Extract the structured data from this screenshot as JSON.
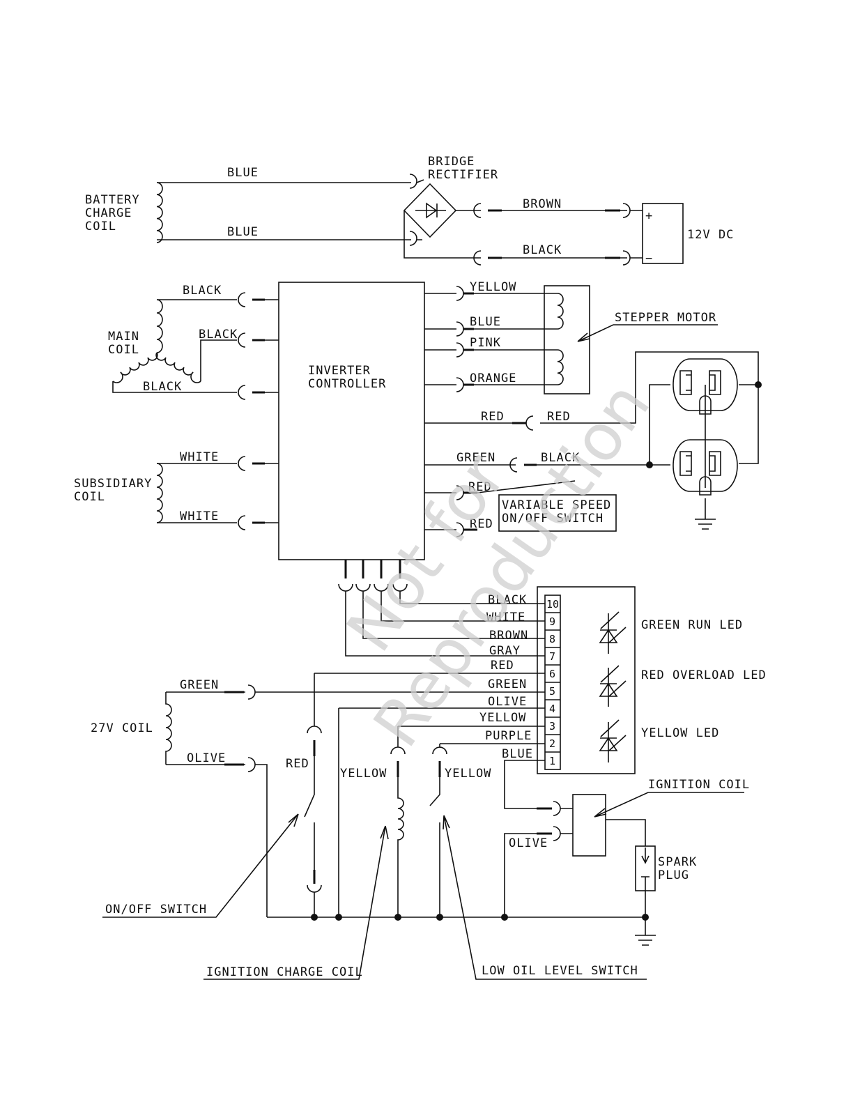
{
  "watermark": {
    "line1": "Not for",
    "line2": "Reproduction"
  },
  "labels": {
    "battery_charge_coil": [
      "BATTERY",
      "CHARGE",
      "COIL"
    ],
    "bridge_rectifier": [
      "BRIDGE",
      "RECTIFIER"
    ],
    "dc_source": "12V DC",
    "dc_plus": "+",
    "dc_minus": "−",
    "main_coil": [
      "MAIN",
      "COIL"
    ],
    "inverter_controller": [
      "INVERTER",
      "CONTROLLER"
    ],
    "stepper_motor": "STEPPER MOTOR",
    "subsidiary_coil": [
      "SUBSIDIARY",
      "COIL"
    ],
    "variable_speed_switch": [
      "VARIABLE SPEED",
      "ON/OFF SWITCH"
    ],
    "green_run_led": "GREEN RUN LED",
    "red_overload_led": "RED OVERLOAD LED",
    "yellow_led": "YELLOW LED",
    "coil_27v": "27V COIL",
    "ignition_coil": "IGNITION COIL",
    "spark_plug": [
      "SPARK",
      "PLUG"
    ],
    "on_off_switch": "ON/OFF SWITCH",
    "ignition_charge_coil": "IGNITION CHARGE COIL",
    "low_oil_level_switch": "LOW OIL LEVEL SWITCH"
  },
  "wires": {
    "battery_top": "BLUE",
    "battery_bottom": "BLUE",
    "dc_positive": "BROWN",
    "dc_negative": "BLACK",
    "main_coil_1": "BLACK",
    "main_coil_2": "BLACK",
    "main_coil_3": "BLACK",
    "stepper_1": "YELLOW",
    "stepper_2": "BLUE",
    "stepper_3": "PINK",
    "stepper_4": "ORANGE",
    "outlet_hot_left": "RED",
    "outlet_hot_right": "RED",
    "outlet_neutral_left": "GREEN",
    "outlet_neutral_right": "BLACK",
    "var_speed_1": "RED",
    "var_speed_2": "RED",
    "subsidiary_1": "WHITE",
    "subsidiary_2": "WHITE",
    "coil27_top": "GREEN",
    "coil27_bottom": "OLIVE",
    "onoff_switch_wire": "RED",
    "ign_charge_wire": "YELLOW",
    "low_oil_wire": "YELLOW",
    "ign_coil_lower": "OLIVE"
  },
  "terminal_block": [
    {
      "pin": "10",
      "wire": "BLACK"
    },
    {
      "pin": "9",
      "wire": "WHITE"
    },
    {
      "pin": "8",
      "wire": "BROWN"
    },
    {
      "pin": "7",
      "wire": "GRAY"
    },
    {
      "pin": "6",
      "wire": "RED"
    },
    {
      "pin": "5",
      "wire": "GREEN"
    },
    {
      "pin": "4",
      "wire": "OLIVE"
    },
    {
      "pin": "3",
      "wire": "YELLOW"
    },
    {
      "pin": "2",
      "wire": "PURPLE"
    },
    {
      "pin": "1",
      "wire": "BLUE"
    }
  ]
}
